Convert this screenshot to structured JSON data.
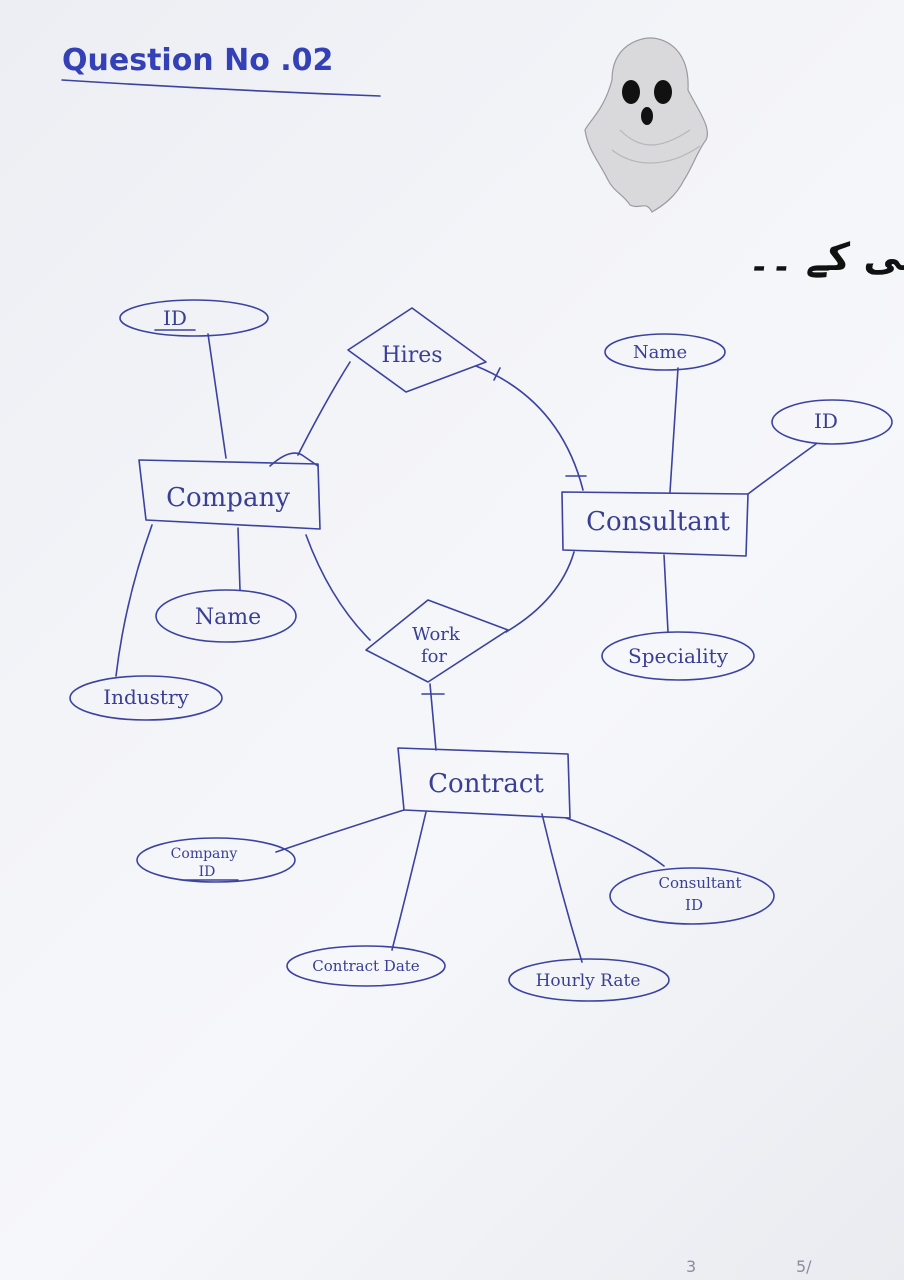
{
  "page": {
    "title": "Question No .02",
    "caption": "بھوتنی کے ۔۔",
    "sticker": "ghost",
    "page_marks": [
      "3",
      "5/"
    ]
  },
  "entities": {
    "company": "Company",
    "consultant": "Consultant",
    "contract": "Contract"
  },
  "relationships": {
    "hires": "Hires",
    "work_for_line1": "Work",
    "work_for_line2": "for"
  },
  "attributes": {
    "company_id": "ID",
    "company_name": "Name",
    "company_industry": "Industry",
    "consultant_name": "Name",
    "consultant_id": "ID",
    "consultant_speciality": "Speciality",
    "contract_company_id_line1": "Company",
    "contract_company_id_line2": "ID",
    "contract_date": "Contract Date",
    "contract_hourly_rate": "Hourly Rate",
    "contract_consultant_id_line1": "Consultant",
    "contract_consultant_id_line2": "ID"
  },
  "colors": {
    "ink": "#3b42a0",
    "title_ink": "#3440b8",
    "paper": "#f4f5f8"
  }
}
